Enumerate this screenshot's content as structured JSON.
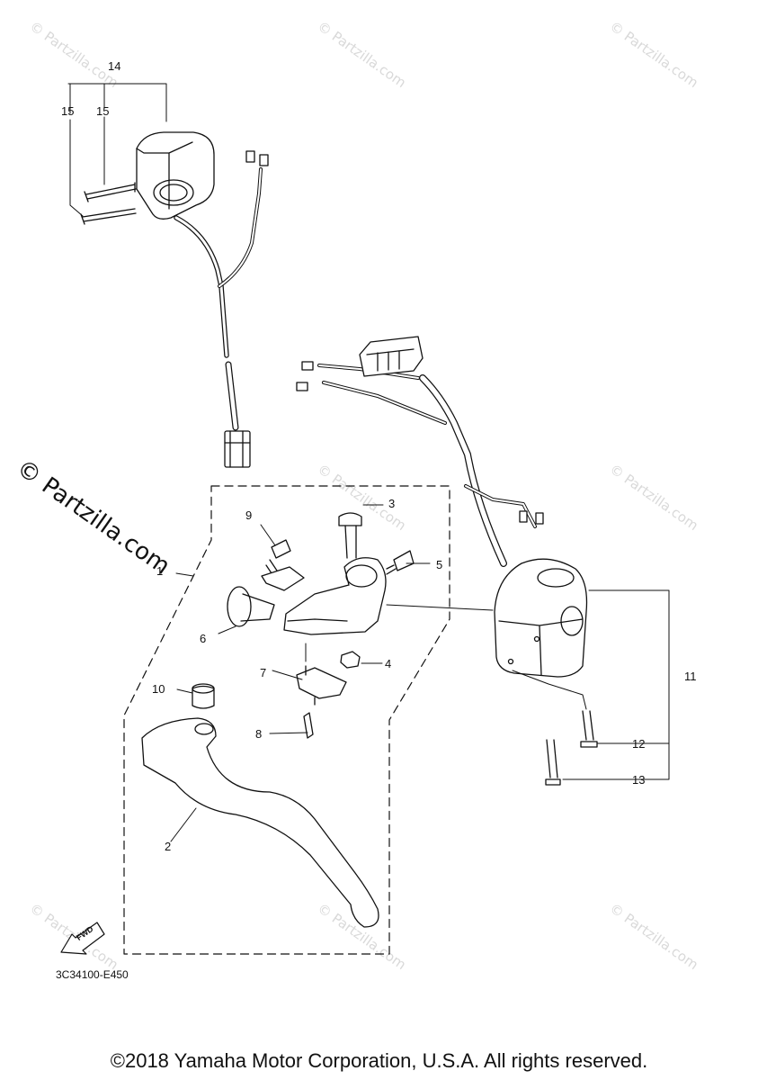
{
  "watermark": "© Partzilla.com",
  "watermark_main": "© Partzilla.com",
  "callouts": {
    "c1": "1",
    "c2": "2",
    "c3": "3",
    "c4": "4",
    "c5": "5",
    "c6": "6",
    "c7": "7",
    "c8": "8",
    "c9": "9",
    "c10": "10",
    "c11": "11",
    "c12": "12",
    "c13": "13",
    "c14": "14",
    "c15a": "15",
    "c15b": "15"
  },
  "fwd_label": "FWD",
  "diagram_code": "3C34100-E450",
  "copyright": "©2018 Yamaha Motor Corporation, U.S.A. All rights reserved."
}
